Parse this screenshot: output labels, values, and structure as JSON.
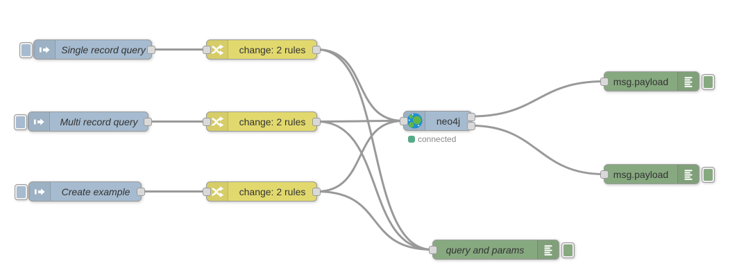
{
  "flow": {
    "inject_nodes": [
      {
        "type": "inject",
        "label": "Single record query"
      },
      {
        "type": "inject",
        "label": "Multi record query"
      },
      {
        "type": "inject",
        "label": "Create example"
      }
    ],
    "change_nodes": [
      {
        "type": "change",
        "label": "change: 2 rules"
      },
      {
        "type": "change",
        "label": "change: 2 rules"
      },
      {
        "type": "change",
        "label": "change: 2 rules"
      }
    ],
    "neo4j_node": {
      "type": "neo4j",
      "label": "neo4j",
      "status": "connected"
    },
    "debug_nodes": [
      {
        "type": "debug",
        "label": "msg.payload"
      },
      {
        "type": "debug",
        "label": "msg.payload"
      },
      {
        "type": "debug",
        "label": "query and params"
      }
    ],
    "connections": [
      {
        "from": "inject-1 (Single record query)",
        "to": "change-1"
      },
      {
        "from": "inject-2 (Multi record query)",
        "to": "change-2"
      },
      {
        "from": "inject-3 (Create example)",
        "to": "change-3"
      },
      {
        "from": "change-1",
        "to": "neo4j"
      },
      {
        "from": "change-1",
        "to": "debug-3 (query and params)"
      },
      {
        "from": "change-2",
        "to": "neo4j"
      },
      {
        "from": "change-2",
        "to": "debug-3 (query and params)"
      },
      {
        "from": "change-3",
        "to": "neo4j"
      },
      {
        "from": "change-3",
        "to": "debug-3 (query and params)"
      },
      {
        "from": "neo4j output-1",
        "to": "debug-1 (msg.payload)"
      },
      {
        "from": "neo4j output-2",
        "to": "debug-2 (msg.payload)"
      }
    ]
  },
  "icons": {
    "inject": "inject-arrow-icon",
    "change": "shuffle-icon",
    "debug": "debug-lines-icon",
    "neo4j": "neo4j-globe-icon"
  },
  "colors": {
    "canvas_background": "#ffffff",
    "inject_fill": "#a6bbcf",
    "change_fill": "#e2d96e",
    "debug_fill": "#87a980",
    "neo4j_fill": "#a6bbcf",
    "status_green": "#55aa88",
    "wire": "#999999",
    "node_border": "#999999",
    "port_fill": "#d9d9d9",
    "label_text": "#333333",
    "status_text": "#888888"
  }
}
